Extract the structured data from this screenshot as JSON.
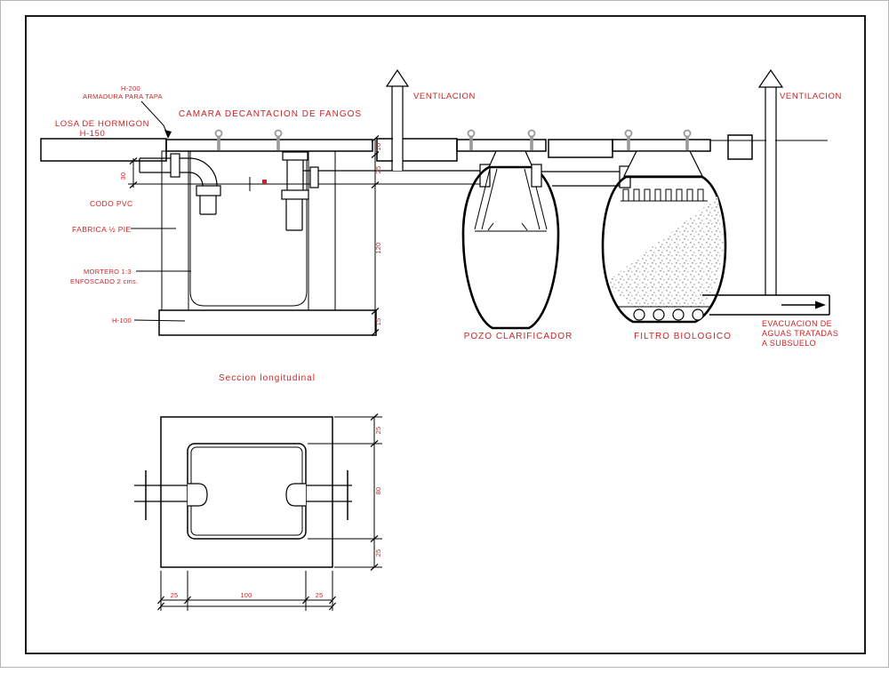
{
  "drawing": {
    "labels": {
      "armadura_grade": "H-200",
      "armadura": "ARMADURA PARA TAPA",
      "camara": "CAMARA DECANTACION DE FANGOS",
      "losa": "LOSA DE HORMIGON",
      "losa_grade": "H-150",
      "ventilacion_izq": "VENTILACION",
      "ventilacion_der": "VENTILACION",
      "codo": "CODO PVC",
      "fabrica": "FABRICA ½ PIE",
      "mortero": "MORTERO 1:3",
      "enfoscado": "ENFOSCADO 2 cms.",
      "h100": "H-100",
      "pozo": "POZO CLARIFICADOR",
      "filtro": "FILTRO BIOLOGICO",
      "evacuacion_1": "EVACUACION DE",
      "evacuacion_2": "AGUAS TRATADAS",
      "evacuacion_3": "A SUBSUELO",
      "seccion": "Seccion longitudinal"
    },
    "dimensions": {
      "losa_espesor": "10",
      "murete": "25",
      "profundidad": "120",
      "solera": "15",
      "entrada": "30",
      "cs_izq": "25",
      "cs_interior": "100",
      "cs_der": "25",
      "cs_alto_sup": "25",
      "cs_alto_med": "80",
      "cs_alto_inf": "25"
    },
    "colors": {
      "annotation_red": "#cc2424",
      "line_black": "#000000",
      "hook_gray": "#9a9a9a",
      "media_gray": "#c2c2c2"
    }
  }
}
